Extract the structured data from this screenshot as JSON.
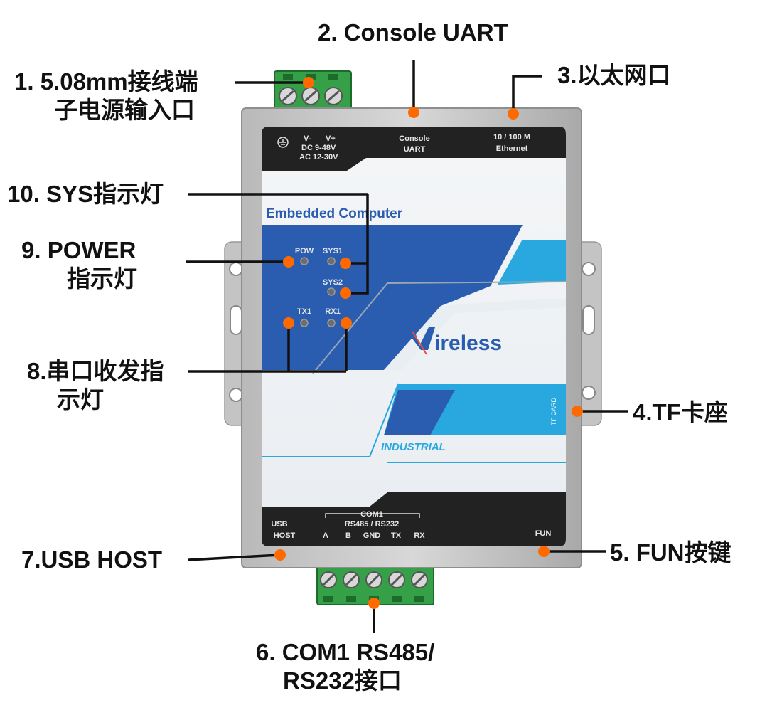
{
  "callouts": {
    "power_input": {
      "line1": "1.  5.08mm接线端",
      "line2": "子电源输入口"
    },
    "console_uart": {
      "line1": "2. Console UART"
    },
    "ethernet": {
      "line1": "3.以太网口"
    },
    "tf_card": {
      "line1": "4.TF卡座"
    },
    "fun_button": {
      "line1": "5. FUN按键"
    },
    "com1": {
      "line1": "6. COM1 RS485/",
      "line2": "RS232接口"
    },
    "usb_host": {
      "line1": "7.USB HOST"
    },
    "serial_leds": {
      "line1": "8.串口收发指",
      "line2": "示灯"
    },
    "power_led": {
      "line1": "9. POWER",
      "line2": "指示灯"
    },
    "sys_led": {
      "line1": "10. SYS指示灯"
    }
  },
  "device": {
    "top_labels": {
      "v_minus": "V-",
      "v_plus": "V+",
      "dc": "DC 9-48V",
      "ac": "AC 12-30V",
      "console": "Console",
      "uart": "UART",
      "eth_speed": "10 / 100 M",
      "eth": "Ethernet"
    },
    "embedded_title": "Embedded Computer",
    "led_labels": {
      "pow": "POW",
      "sys1": "SYS1",
      "sys2": "SYS2",
      "tx1": "TX1",
      "rx1": "RX1"
    },
    "brand_w": "W",
    "brand_rest": "ireless",
    "industrial": "INDUSTRIAL",
    "tf_card": "TF CARD",
    "bottom_labels": {
      "usb": "USB",
      "host": "HOST",
      "com1": "COM1",
      "rs": "RS485 / RS232",
      "a": "A",
      "b": "B",
      "gnd": "GND",
      "tx": "TX",
      "rx": "RX",
      "fun": "FUN"
    }
  },
  "colors": {
    "marker": "#ff6a00",
    "blue_dark": "#2a5db0",
    "blue_light": "#29a8df",
    "terminal_green": "#36a048",
    "panel_dark": "#222222"
  }
}
